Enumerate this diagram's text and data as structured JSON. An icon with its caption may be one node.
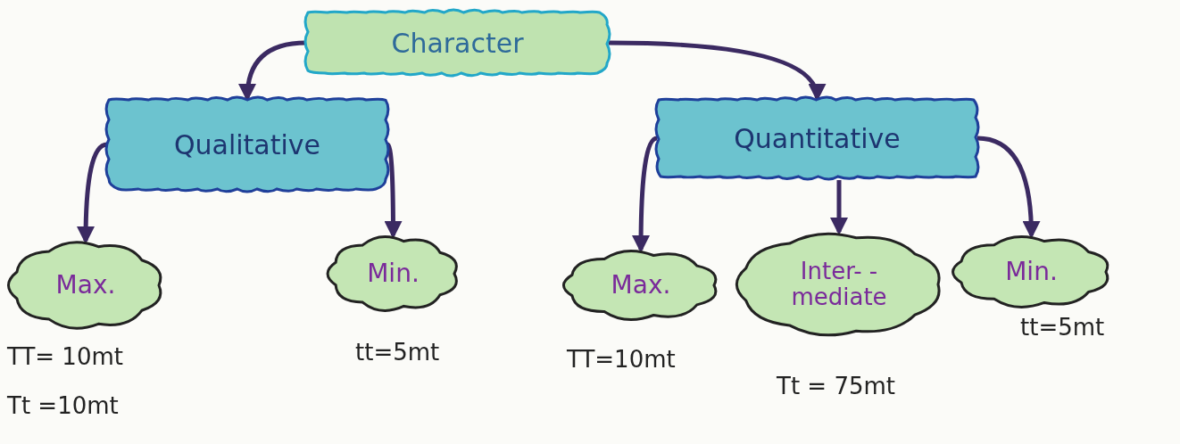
{
  "diagram": {
    "nodes": [
      {
        "text": [
          "Character"
        ]
      },
      {
        "text": [
          "Qualitative"
        ]
      },
      {
        "text": [
          "Quantitative"
        ]
      },
      {
        "text": [
          "Max."
        ],
        "beside": [
          "TT= 10mt",
          "Tt =10mt"
        ]
      },
      {
        "text": [
          "Min."
        ],
        "beside": [
          "tt=5mt"
        ]
      },
      {
        "text": [
          "Max."
        ],
        "beside": [
          "TT=10mt"
        ]
      },
      {
        "text": [
          "Inter- -mediate"
        ],
        "beside": [
          "Tt = 75mt"
        ]
      },
      {
        "text": [
          "Min."
        ],
        "beside": [
          "tt=5mt"
        ]
      }
    ],
    "edges": [
      {
        "from": 0,
        "to": 1,
        "arrow": "to"
      },
      {
        "from": 0,
        "to": 2,
        "arrow": "to"
      },
      {
        "from": 1,
        "to": 3,
        "arrow": "to"
      },
      {
        "from": 1,
        "to": 4,
        "arrow": "to"
      },
      {
        "from": 2,
        "to": 5,
        "arrow": "to"
      },
      {
        "from": 2,
        "to": 6,
        "arrow": "to"
      },
      {
        "from": 2,
        "to": 7,
        "arrow": "to"
      }
    ]
  }
}
